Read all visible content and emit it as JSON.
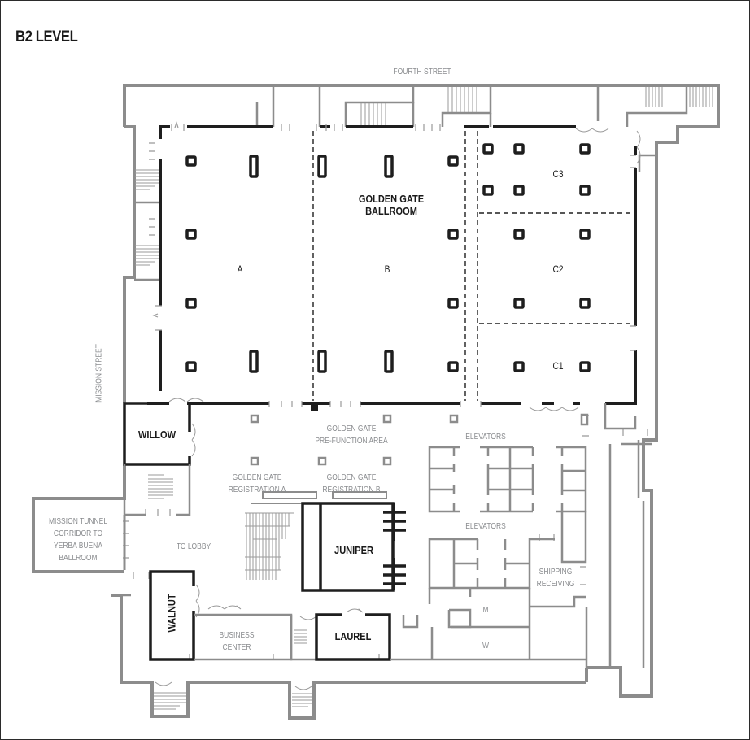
{
  "map": {
    "title": "B2 LEVEL",
    "streets": {
      "north": "FOURTH STREET",
      "west": "MISSION STREET"
    },
    "ballroom": {
      "name_line1": "GOLDEN GATE",
      "name_line2": "BALLROOM",
      "sections": [
        "A",
        "B",
        "C1",
        "C2",
        "C3"
      ]
    },
    "rooms": {
      "willow": "WILLOW",
      "juniper": "JUNIPER",
      "walnut": "WALNUT",
      "laurel": "LAUREL"
    },
    "areas": {
      "prefunction_line1": "GOLDEN GATE",
      "prefunction_line2": "PRE-FUNCTION AREA",
      "registration_a_line1": "GOLDEN GATE",
      "registration_a_line2": "REGISTRATION A",
      "registration_b_line1": "GOLDEN GATE",
      "registration_b_line2": "REGISTRATION B",
      "elevators_upper": "ELEVATORS",
      "elevators_lower": "ELEVATORS",
      "to_lobby": "TO LOBBY",
      "mission_tunnel_line1": "MISSION TUNNEL",
      "mission_tunnel_line2": "CORRIDOR TO",
      "mission_tunnel_line3": "YERBA BUENA",
      "mission_tunnel_line4": "BALLROOM",
      "business_center_line1": "BUSINESS",
      "business_center_line2": "CENTER",
      "shipping_line1": "SHIPPING",
      "shipping_line2": "RECEIVING",
      "restroom_men": "M",
      "restroom_women": "W"
    },
    "colors": {
      "primary_wall": "#1e1e1e",
      "secondary_wall": "#8c8c8c",
      "label_gray": "#8a8c8f",
      "label_dark": "#1a1a1a"
    }
  }
}
